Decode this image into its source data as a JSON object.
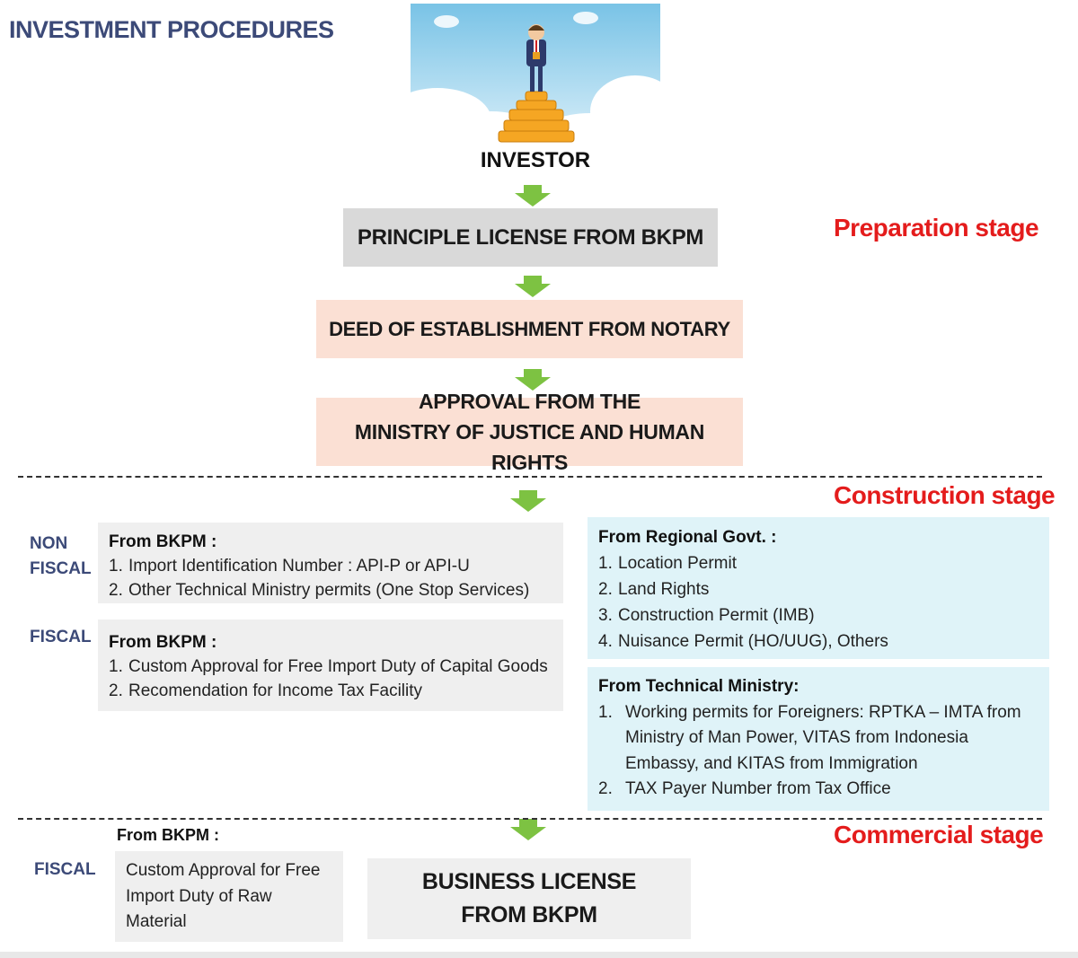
{
  "page_title": "INVESTMENT PROCEDURES",
  "investor_label": "INVESTOR",
  "flow": {
    "principle_license": "PRINCIPLE LICENSE FROM BKPM",
    "deed": "DEED OF ESTABLISHMENT FROM NOTARY",
    "approval_line1": "APPROVAL FROM THE",
    "approval_line2": "MINISTRY OF JUSTICE AND HUMAN RIGHTS",
    "business_line1": "BUSINESS LICENSE",
    "business_line2": "FROM BKPM"
  },
  "stages": {
    "preparation": "Preparation stage",
    "construction": "Construction stage",
    "commercial": "Commercial stage"
  },
  "labels": {
    "non": "NON",
    "fiscal_a": "FISCAL",
    "fiscal_b": "FISCAL",
    "fiscal_c": "FISCAL"
  },
  "non_fiscal": {
    "heading": "From BKPM :",
    "items": [
      {
        "num": "1.",
        "text": "Import Identification Number : API-P or API-U"
      },
      {
        "num": "2.",
        "text": "Other Technical Ministry permits (One Stop Services)"
      }
    ]
  },
  "fiscal_construction": {
    "heading": "From BKPM :",
    "items": [
      {
        "num": "1.",
        "text": "Custom Approval for Free Import Duty of Capital Goods"
      },
      {
        "num": "2.",
        "text": "Recomendation for Income Tax Facility"
      }
    ]
  },
  "regional": {
    "heading": "From Regional Govt.  :",
    "items": [
      {
        "num": "1.",
        "text": "Location Permit"
      },
      {
        "num": "2.",
        "text": "Land Rights"
      },
      {
        "num": "3.",
        "text": "Construction Permit (IMB)"
      },
      {
        "num": "4.",
        "text": "Nuisance Permit (HO/UUG), Others"
      }
    ]
  },
  "technical": {
    "heading": "From Technical Ministry:",
    "items": [
      {
        "num": "1.",
        "text": "Working permits for Foreigners: RPTKA – IMTA from Ministry of Man Power, VITAS from Indonesia Embassy, and KITAS from Immigration"
      },
      {
        "num": "2.",
        "text": "TAX Payer Number from Tax Office"
      }
    ]
  },
  "commercial": {
    "heading": "From BKPM :",
    "line1": "Custom Approval for Free",
    "line2": "Import Duty of Raw",
    "line3": "Material"
  },
  "colors": {
    "title": "#3c4a78",
    "stage": "#e41c1c",
    "arrow": "#7dc242",
    "gray_box": "#d9d9d9",
    "peach_box": "#fbe0d4",
    "blue_box": "#dff3f8",
    "light_box": "#efefef"
  },
  "icons": {
    "arrow": "green-down-arrow-icon",
    "investor": "investor-on-coins-illustration"
  }
}
